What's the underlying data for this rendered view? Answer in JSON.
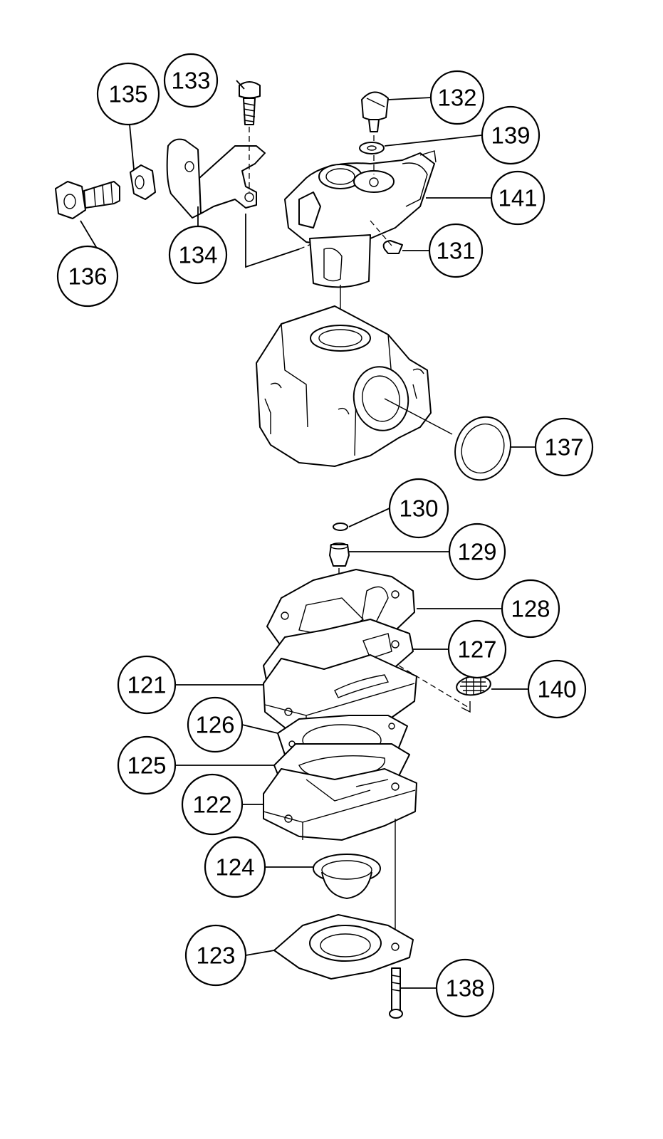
{
  "figure": {
    "callouts": [
      {
        "id": "c121",
        "label": "121"
      },
      {
        "id": "c122",
        "label": "122"
      },
      {
        "id": "c123",
        "label": "123"
      },
      {
        "id": "c124",
        "label": "124"
      },
      {
        "id": "c125",
        "label": "125"
      },
      {
        "id": "c126",
        "label": "126"
      },
      {
        "id": "c127",
        "label": "127"
      },
      {
        "id": "c128",
        "label": "128"
      },
      {
        "id": "c129",
        "label": "129"
      },
      {
        "id": "c130",
        "label": "130"
      },
      {
        "id": "c131",
        "label": "131"
      },
      {
        "id": "c132",
        "label": "132"
      },
      {
        "id": "c133",
        "label": "133"
      },
      {
        "id": "c134",
        "label": "134"
      },
      {
        "id": "c135",
        "label": "135"
      },
      {
        "id": "c136",
        "label": "136"
      },
      {
        "id": "c137",
        "label": "137"
      },
      {
        "id": "c138",
        "label": "138"
      },
      {
        "id": "c139",
        "label": "139"
      },
      {
        "id": "c140",
        "label": "140"
      },
      {
        "id": "c141",
        "label": "141"
      }
    ]
  }
}
